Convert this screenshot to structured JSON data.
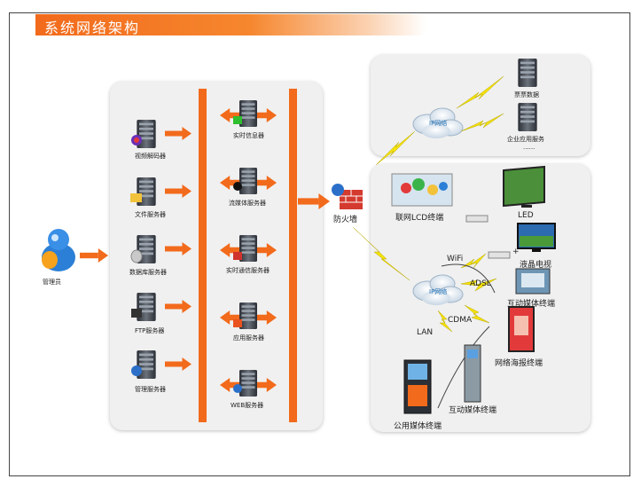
{
  "title": "系统网络架构",
  "admin": {
    "label": "管理员"
  },
  "servers_left": [
    {
      "label": "视频解码器"
    },
    {
      "label": "文件服务器"
    },
    {
      "label": "数据库服务器"
    },
    {
      "label": "FTP服务器"
    },
    {
      "label": "管理服务器"
    }
  ],
  "servers_middle": [
    {
      "label": "实时信息器"
    },
    {
      "label": "流媒体服务器"
    },
    {
      "label": "实时通信服务器"
    },
    {
      "label": "应用服务器"
    },
    {
      "label": "WEB服务器"
    }
  ],
  "firewall": {
    "label": "防火墙"
  },
  "top_right": {
    "cloud_label": "IP网络",
    "servers": [
      {
        "label": "票票数据"
      },
      {
        "label": "企业应用服务"
      }
    ],
    "ellipsis": "......"
  },
  "bottom_right": {
    "cloud_label": "IP网络",
    "links": {
      "wifi": "WiFi",
      "adsl": "ADSL",
      "cdma": "CDMA",
      "lan": "LAN"
    },
    "terminals": {
      "lcd": "联网LCD终端",
      "led": "LED",
      "tv": "液晶电视",
      "interactive_top": "互动媒体终端",
      "poster": "网络海报终端",
      "interactive_bottom": "互动媒体终端",
      "public": "公用媒体终端"
    },
    "plus": "+"
  },
  "colors": {
    "accent": "#f26a1b",
    "panel": "#f0f0f0",
    "bolt": "#f5e20a"
  }
}
